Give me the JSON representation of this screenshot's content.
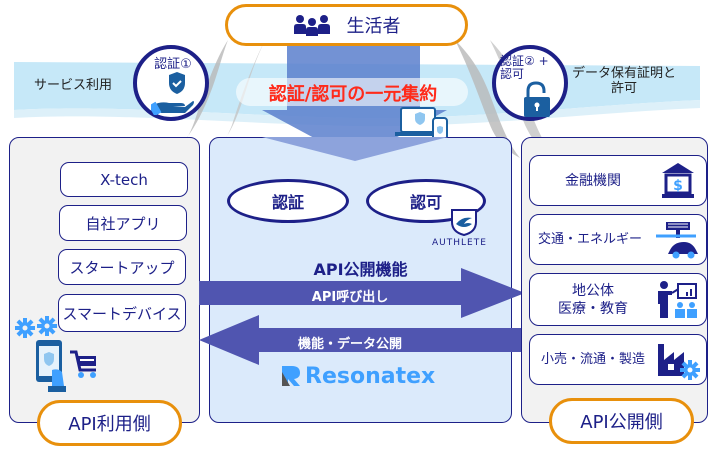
{
  "header": {
    "title": "生活者",
    "icon": "people-group-icon"
  },
  "ribbon": {
    "left_text": "サービス利用",
    "right_text_line1": "データ保有証明と",
    "right_text_line2": "許可",
    "center_text": "認証/認可の一元集約",
    "center_text_color": "#ff2a1a"
  },
  "badges": {
    "left": {
      "label": "認証①",
      "icon": "shield-hand-icon"
    },
    "right": {
      "label_line1": "認証② +",
      "label_line2": "認可",
      "icon": "open-padlock-icon"
    }
  },
  "left_panel": {
    "items": [
      "X-tech",
      "自社アプリ",
      "スタートアップ",
      "スマートデバイス"
    ],
    "footer_label": "API利用側",
    "icons": [
      "gears-icon",
      "smartphone-hand-icon",
      "shopping-cart-icon"
    ]
  },
  "center_panel": {
    "ellipse_left": "認証",
    "ellipse_right": "認可",
    "authlete_label": "AUTHLETE",
    "title": "API公開機能",
    "arrow_right_label": "API呼び出し",
    "arrow_left_label": "機能・データ公開",
    "brand": "Resonatex"
  },
  "right_panel": {
    "items": [
      {
        "label": "金融機関",
        "icon": "bank-icon"
      },
      {
        "label": "交通・エネルギー",
        "icon": "solar-car-icon"
      },
      {
        "label_line1": "地公体",
        "label_line2": "医療・教育",
        "icon": "teacher-presentation-icon"
      },
      {
        "label": "小売・流通・製造",
        "icon": "factory-gear-icon"
      }
    ],
    "footer_label": "API公開側"
  },
  "colors": {
    "navy": "#1d2088",
    "orange": "#e8900c",
    "arrow_blue": "#5055b0",
    "light_blue": "#bfe6f7",
    "accent_blue": "#3fa0ff",
    "red": "#ff2a1a"
  }
}
